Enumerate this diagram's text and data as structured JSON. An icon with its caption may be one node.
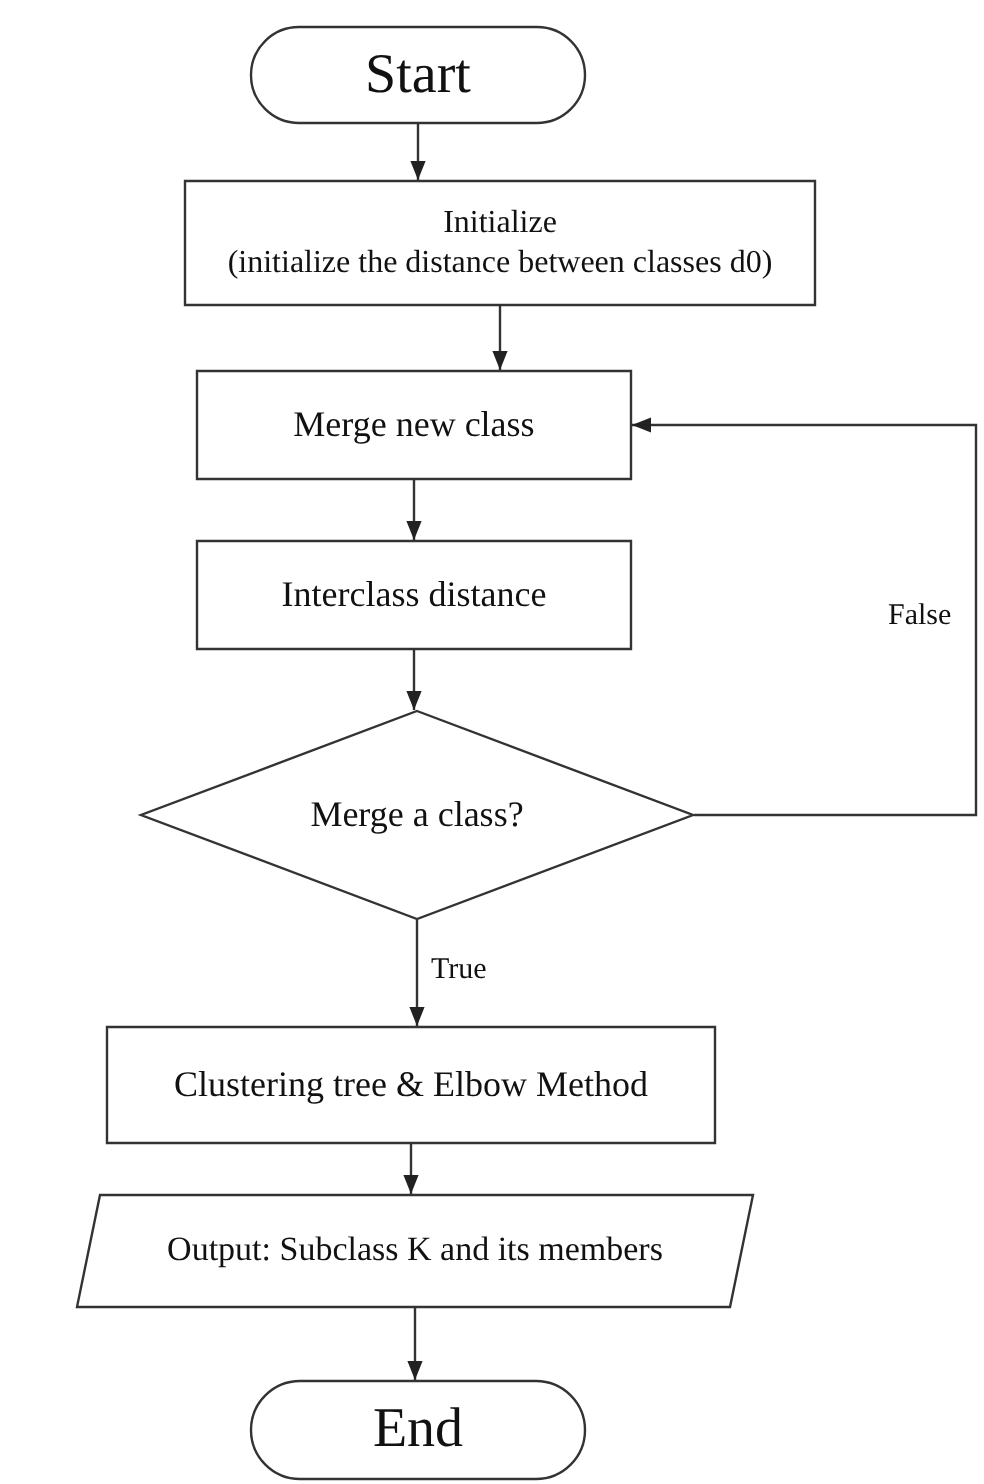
{
  "diagram": {
    "nodes": [
      {
        "text": [
          "Start"
        ]
      },
      {
        "text": [
          "Initialize",
          "(initialize the distance between classes d0)"
        ]
      },
      {
        "text": [
          "Merge new class"
        ]
      },
      {
        "text": [
          "Interclass distance"
        ]
      },
      {
        "text": [
          "Merge a class?"
        ]
      },
      {
        "text": [
          "Clustering tree & Elbow Method"
        ]
      },
      {
        "text": [
          "Output: Subclass K and its members"
        ]
      },
      {
        "text": [
          "End"
        ]
      }
    ],
    "edges": [
      {
        "from": 0,
        "to": 1,
        "arrow": "to"
      },
      {
        "from": 1,
        "to": 2,
        "arrow": "to"
      },
      {
        "from": 2,
        "to": 3,
        "arrow": "to"
      },
      {
        "from": 3,
        "to": 4,
        "arrow": "to"
      },
      {
        "from": 4,
        "to": 5,
        "arrow": "to",
        "label": "True"
      },
      {
        "from": 4,
        "to": 2,
        "arrow": "to",
        "label": "False"
      },
      {
        "from": 5,
        "to": 6,
        "arrow": "to"
      },
      {
        "from": 6,
        "to": 7,
        "arrow": "to"
      }
    ]
  }
}
